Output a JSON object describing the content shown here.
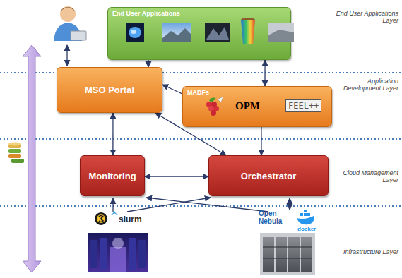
{
  "diagram": {
    "nodes": [
      {
        "text": [
          "End User Applications"
        ]
      },
      {
        "text": [
          "MSO Portal"
        ]
      },
      {
        "text": [
          "MADFs"
        ]
      },
      {
        "text": [
          "Monitoring"
        ]
      },
      {
        "text": [
          "Orchestrator"
        ]
      }
    ],
    "edges": [
      {
        "from": 0,
        "to": 1,
        "arrow": "to"
      },
      {
        "from": 0,
        "to": 2,
        "arrow": "both"
      },
      {
        "from": 2,
        "to": 1,
        "arrow": "to"
      },
      {
        "from": 1,
        "to": 3,
        "arrow": "both"
      },
      {
        "from": 1,
        "to": 4,
        "arrow": "both"
      },
      {
        "from": 2,
        "to": 4,
        "arrow": "to"
      },
      {
        "from": 3,
        "to": 4,
        "arrow": "both"
      }
    ],
    "labels": [
      "End User Applications Layer",
      "Application Development Layer",
      "OPM",
      "FEEL++",
      "Cloud Management Layer",
      "slurm",
      "Open Nebula",
      "docker",
      "Infrastructure Layer"
    ]
  }
}
